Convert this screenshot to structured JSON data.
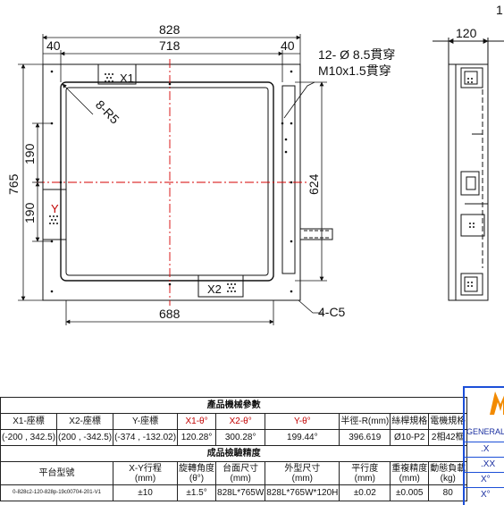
{
  "drawing": {
    "dims": {
      "overall_width": "828",
      "inner_width": "718",
      "margin_left": "40",
      "margin_right": "40",
      "overall_height": "765",
      "upper_height": "190",
      "lower_height": "190",
      "inner_height": "624",
      "bottom_width": "688",
      "side_thickness": "120",
      "radius": "8-R5",
      "chamfer": "4-C5",
      "corner_label": "1"
    },
    "notes": {
      "hole_note": "12- Ø 8.5貫穿",
      "thread_note": "M10x1.5貫穿"
    },
    "axes": {
      "x1": "X1",
      "x2": "X2",
      "y": "Y"
    }
  },
  "specs": {
    "section1_title": "產品機械參數",
    "section1_headers": [
      "X1-座標",
      "X2-座標",
      "Y-座標",
      "X1-θ°",
      "X2-θ°",
      "Y-θ°",
      "半徑-R(mm)",
      "絲桿規格",
      "電機規格"
    ],
    "section1_values": [
      "(-200 , 342.5)",
      "(200 , -342.5)",
      "(-374 , -132.02)",
      "120.28°",
      "300.28°",
      "199.44°",
      "396.619",
      "Ø10-P2",
      "2相42框"
    ],
    "section2_title": "成品檢驗精度",
    "section2_headers": [
      "平台型號",
      "X-Y行程\n(mm)",
      "旋轉角度\n(θ°)",
      "台面尺寸\n(mm)",
      "外型尺寸\n(mm)",
      "平行度\n(mm)",
      "重複精度\n(mm)",
      "動態負載\n(kg)"
    ],
    "section2_values": [
      "0-828c2-120-828p-19c00704-201-V1",
      "±10",
      "±1.5°",
      "828L*765W",
      "828L*765W*120H",
      "±0.02",
      "±0.005",
      "80"
    ]
  },
  "tolerance": {
    "general_label": "GENERAL",
    "rows": [
      ".X",
      ".XX",
      "X°",
      "X°"
    ]
  },
  "colors": {
    "line": "#111111",
    "center_line": "#d40000",
    "blue_border": "#1c4fd8",
    "logo_orange": "#f28a00"
  }
}
